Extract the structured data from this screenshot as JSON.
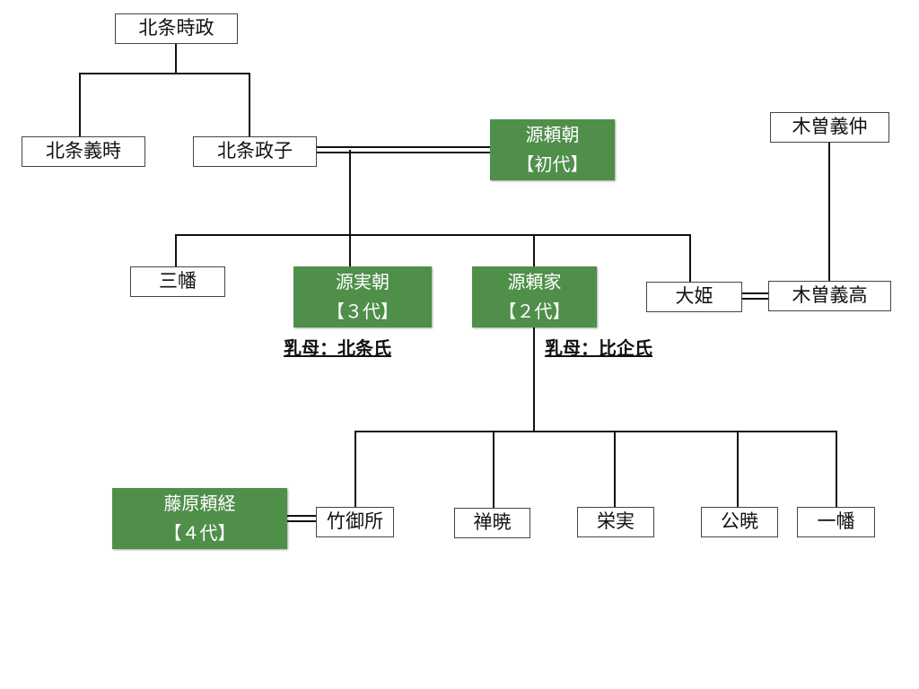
{
  "nodes": {
    "hojo_tokimasa": "北条時政",
    "hojo_yoshitoki": "北条義時",
    "hojo_masako": "北条政子",
    "minamoto_yoritomo": {
      "name": "源頼朝",
      "rank": "【初代】"
    },
    "kiso_yoshinaka": "木曽義仲",
    "sanman": "三幡",
    "minamoto_sanetomo": {
      "name": "源実朝",
      "rank": "【３代】"
    },
    "minamoto_yoriie": {
      "name": "源頼家",
      "rank": "【２代】"
    },
    "ohime": "大姫",
    "kiso_yoshitaka": "木曽義高",
    "fujiwara_yoritsune": {
      "name": "藤原頼経",
      "rank": "【４代】"
    },
    "take_no_gosho": "竹御所",
    "zengyo": "禅暁",
    "eijitsu": "栄実",
    "kugyo": "公暁",
    "ichiman": "一幡"
  },
  "notes": {
    "sanetomo_nurse": "乳母：北条氏",
    "yoriie_nurse": "乳母：比企氏"
  },
  "colors": {
    "shogun_fill": "#4f8f4a",
    "shogun_text": "#ffffff",
    "line": "#111111"
  }
}
